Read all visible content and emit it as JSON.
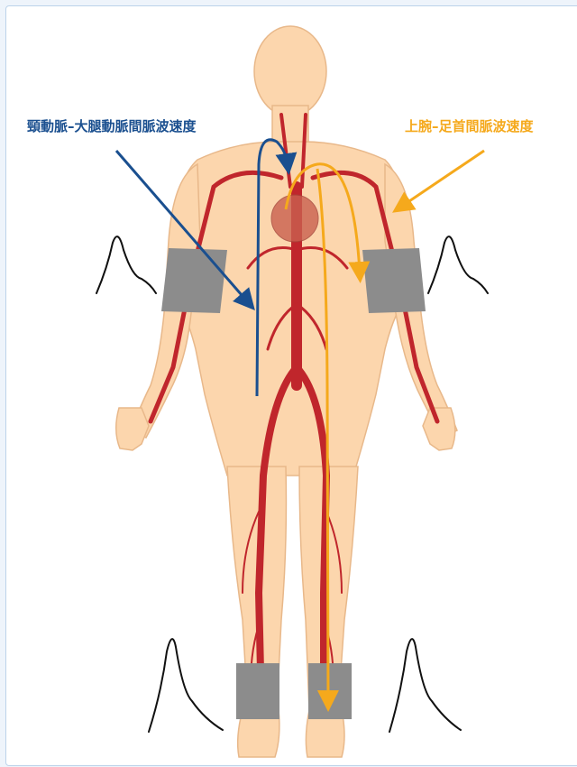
{
  "labels": {
    "left": "頸動脈–大腿動脈間脈波速度",
    "right": "上腕–足首間脈波速度"
  },
  "colors": {
    "left_label": "#1a4f8f",
    "right_label": "#f5a91c",
    "skin": "#fcd6ad",
    "skin_outline": "#e8b88a",
    "artery": "#c0262c",
    "cuff": "#8c8c8c",
    "heart": "#c9604f",
    "wave": "#111111"
  },
  "icons": {
    "body": "human-body-silhouette",
    "arrows": "pulse-path-arrow",
    "waves": "pulse-waveform"
  }
}
